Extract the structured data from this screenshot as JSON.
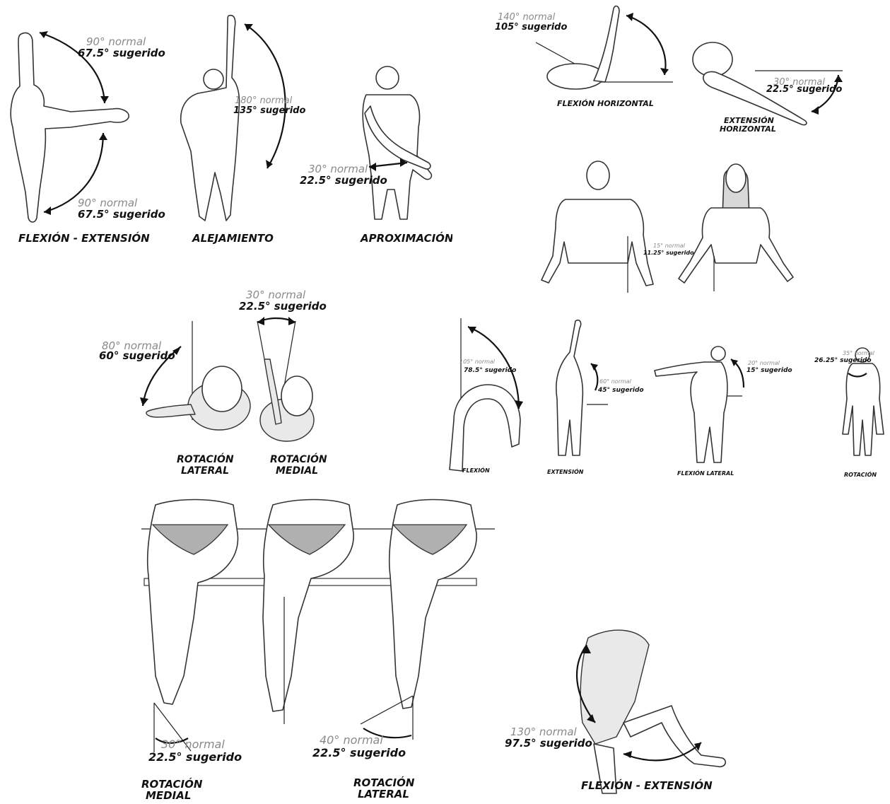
{
  "shoulder": {
    "flexion_extension": {
      "top_normal": "90° normal",
      "top_suggested": "67.5° sugerido",
      "bottom_normal": "90° normal",
      "bottom_suggested": "67.5° sugerido",
      "caption": "FLEXIÓN - EXTENSIÓN"
    },
    "abduction": {
      "normal": "180° normal",
      "suggested": "135° sugerido",
      "caption": "ALEJAMIENTO"
    },
    "adduction": {
      "normal": "30° normal",
      "suggested": "22.5° sugerido",
      "caption": "APROXIMACIÓN"
    },
    "horizontal_flexion": {
      "normal": "140° normal",
      "suggested": "105° sugerido",
      "caption": "FLEXIÓN HORIZONTAL"
    },
    "horizontal_extension": {
      "normal": "30° normal",
      "suggested": "22.5° sugerido",
      "caption_line1": "EXTENSIÓN",
      "caption_line2": "HORIZONTAL"
    },
    "lateral_rotation": {
      "normal": "80° normal",
      "suggested": "60° sugerido",
      "caption_line1": "ROTACIÓN",
      "caption_line2": "LATERAL"
    },
    "medial_rotation": {
      "normal": "30° normal",
      "suggested": "22.5° sugerido",
      "caption_line1": "ROTACIÓN",
      "caption_line2": "MEDIAL"
    }
  },
  "elbow_carrying": {
    "normal": "15° normal",
    "suggested": "11.25° sugerido"
  },
  "trunk": {
    "flexion": {
      "normal": "105° normal",
      "suggested": "78.5° sugerido",
      "caption": "FLEXIÓN"
    },
    "extension": {
      "normal": "60° normal",
      "suggested": "45° sugerido",
      "caption": "EXTENSIÓN"
    },
    "lateral_flexion": {
      "normal": "20° normal",
      "suggested": "15° sugerido",
      "caption": "FLEXIÓN LATERAL"
    },
    "rotation": {
      "normal": "35° normal",
      "suggested": "26.25° sugerido",
      "caption": "ROTACIÓN"
    }
  },
  "hip": {
    "medial_rotation": {
      "normal": "30° normal",
      "suggested": "22.5° sugerido",
      "caption_line1": "ROTACIÓN",
      "caption_line2": "MEDIAL"
    },
    "lateral_rotation": {
      "normal": "40° normal",
      "suggested": "22.5° sugerido",
      "caption_line1": "ROTACIÓN",
      "caption_line2": "LATERAL"
    }
  },
  "knee": {
    "normal": "130° normal",
    "suggested": "97.5° sugerido",
    "caption": "FLEXIÓN - EXTENSIÓN"
  }
}
